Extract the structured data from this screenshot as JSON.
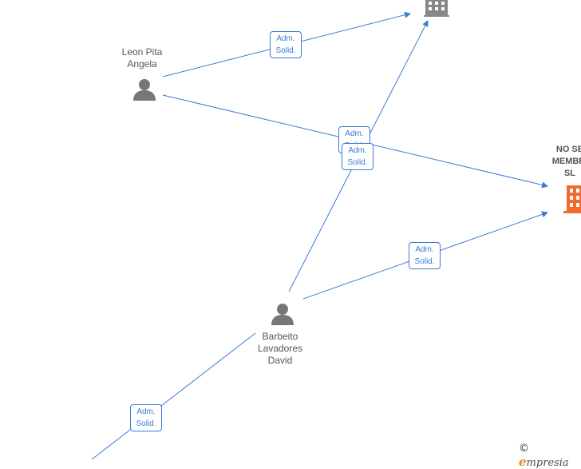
{
  "nodes": {
    "leon": {
      "name": "Leon Pita\nAngela"
    },
    "barbeito": {
      "name": "Barbeito\nLavadores\nDavid"
    },
    "company": {
      "name": "NO SE\nMEMBRI\nSL"
    }
  },
  "edges": [
    {
      "label": "Adm.\nSolid."
    },
    {
      "label": "Adm.\nSolid."
    },
    {
      "label": "Adm.\nSolid."
    },
    {
      "label": "Adm.\nSolid."
    },
    {
      "label": "Adm.\nSolid."
    }
  ],
  "watermark": {
    "copyright": "©",
    "brand_initial": "e",
    "brand_rest": "mpresia"
  },
  "colors": {
    "edge": "#3a7bd5",
    "person": "#777777",
    "company_main": "#f26a2e",
    "company_other": "#888888"
  },
  "icons": {
    "person": "person-icon",
    "building": "building-icon"
  }
}
